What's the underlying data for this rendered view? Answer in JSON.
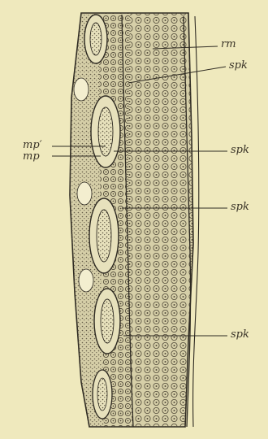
{
  "figure": {
    "labels": {
      "rm": "rm",
      "spk_1": "spk",
      "spk_2": "spk",
      "spk_3": "spk",
      "spk_4": "spk",
      "mp_prime": "mp′",
      "mp": "mp"
    }
  },
  "colors": {
    "paper": "#efe9bd",
    "ink": "#2e2a22",
    "tissue": "#d6cfa8"
  }
}
